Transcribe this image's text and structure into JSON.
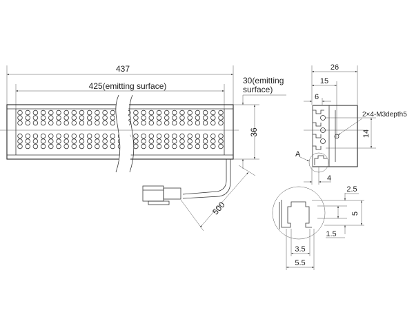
{
  "front_view": {
    "overall_length": "437",
    "emitting_length": "425(emitting surface)",
    "height": "36",
    "emitting_height_line1": "30(emitting",
    "emitting_height_line2": "surface)",
    "cable_length": "500",
    "led_rows": 6,
    "led_columns": 27
  },
  "side_view": {
    "width": "26",
    "hole_offset": "15",
    "slot_offset": "6",
    "hole_spacing": "14",
    "slot_depth": "4",
    "hole_spec": "2×4-M3depth5",
    "detail_label": "A"
  },
  "detail_a": {
    "top_gap": "2.5",
    "slot_height": "5",
    "bottom_gap": "1.5",
    "inner_width": "3.5",
    "outer_width": "5.5"
  },
  "colors": {
    "line": "#333333",
    "background": "#ffffff"
  }
}
